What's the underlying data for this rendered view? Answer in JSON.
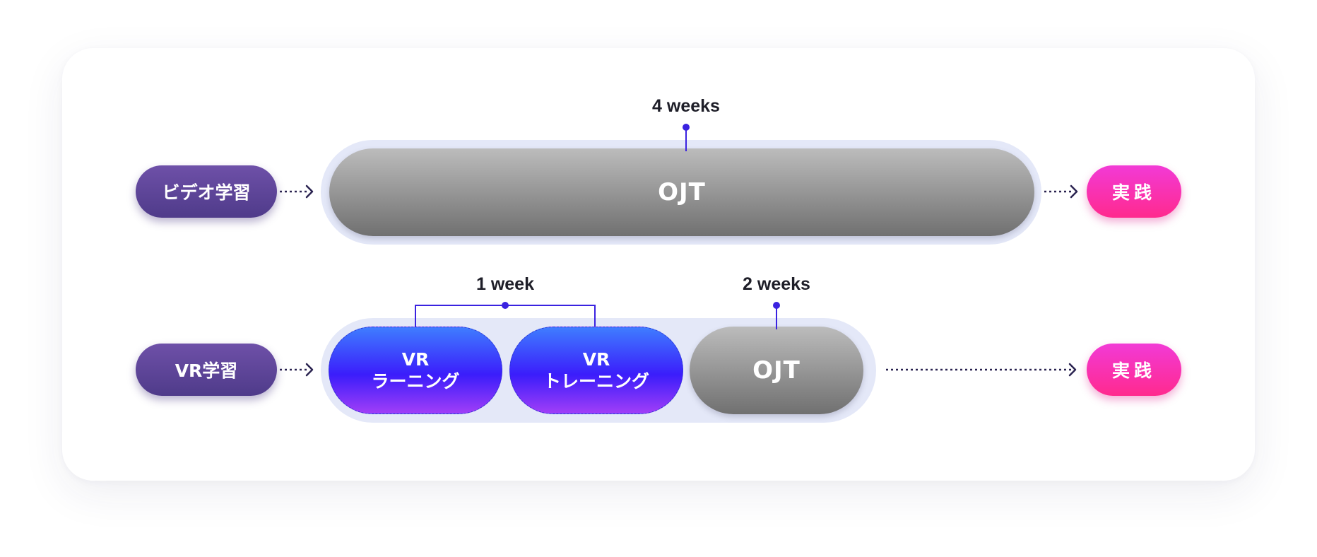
{
  "row1": {
    "start": "ビデオ学習",
    "bar": "OJT",
    "duration": "4 weeks",
    "end": "実践"
  },
  "row2": {
    "start": "VR学習",
    "vr_learning": {
      "line1": "VR",
      "line2": "ラーニング"
    },
    "vr_training": {
      "line1": "VR",
      "line2": "トレーニング"
    },
    "ojt": "OJT",
    "duration_vr": "1 week",
    "duration_ojt": "2 weeks",
    "end": "実践"
  },
  "colors": {
    "accent": "#3a22e0",
    "start_pill": "#5e459a",
    "end_pill": "#ff2aa0",
    "ojt_gray": "#909090",
    "vr_blue": "#3b1dfb",
    "halo": "#e4e8f8",
    "arrow": "#2a2350"
  }
}
